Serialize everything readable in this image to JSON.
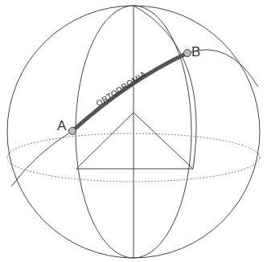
{
  "diagram": {
    "labels": [
      "A",
      "B",
      "ORTODROMIA"
    ]
  }
}
